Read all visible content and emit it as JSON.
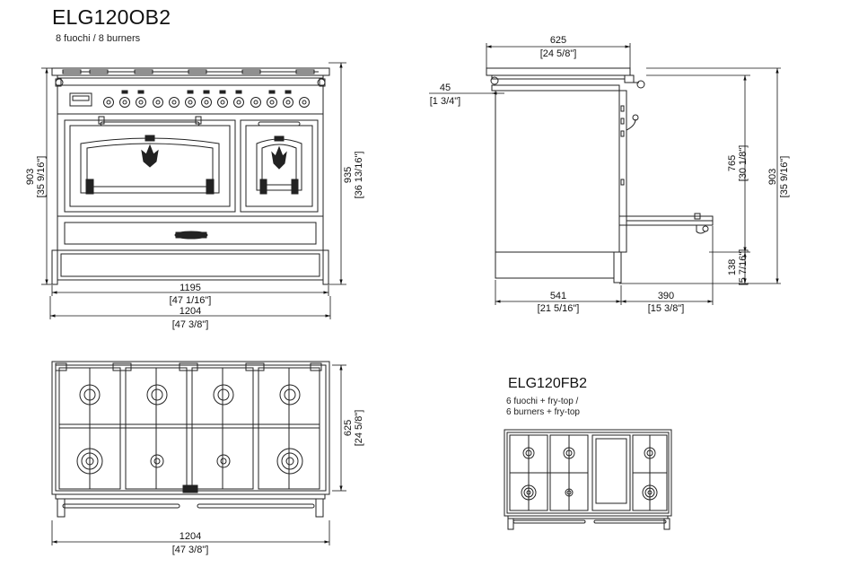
{
  "model_main": {
    "title": "ELG120OB2",
    "subtitle": "8 fuochi / 8 burners"
  },
  "model_second": {
    "title": "ELG120FB2",
    "subtitle_line1": "6 fuochi + fry-top /",
    "subtitle_line2": "6 burners + fry-top"
  },
  "front_view": {
    "height_903": "903",
    "height_903_in": "[35 9/16\"]",
    "height_935": "935",
    "height_935_in": "[36 13/16\"]",
    "width_1195": "1195",
    "width_1195_in": "[47 1/16\"]",
    "width_1204": "1204",
    "width_1204_in": "[47 3/8\"]"
  },
  "side_view": {
    "depth_625": "625",
    "depth_625_in": "[24 5/8\"]",
    "offset_45": "45",
    "offset_45_in": "[1 3/4\"]",
    "height_765": "765",
    "height_765_in": "[30 1/8\"]",
    "height_903": "903",
    "height_903_in": "[35 9/16\"]",
    "plinth_138": "138",
    "plinth_138_in": "[5 7/16\"]",
    "depth_541": "541",
    "depth_541_in": "[21 5/16\"]",
    "door_390": "390",
    "door_390_in": "[15 3/8\"]"
  },
  "top_view": {
    "depth_625": "625",
    "depth_625_in": "[24 5/8\"]",
    "width_1204": "1204",
    "width_1204_in": "[47 3/8\"]"
  }
}
